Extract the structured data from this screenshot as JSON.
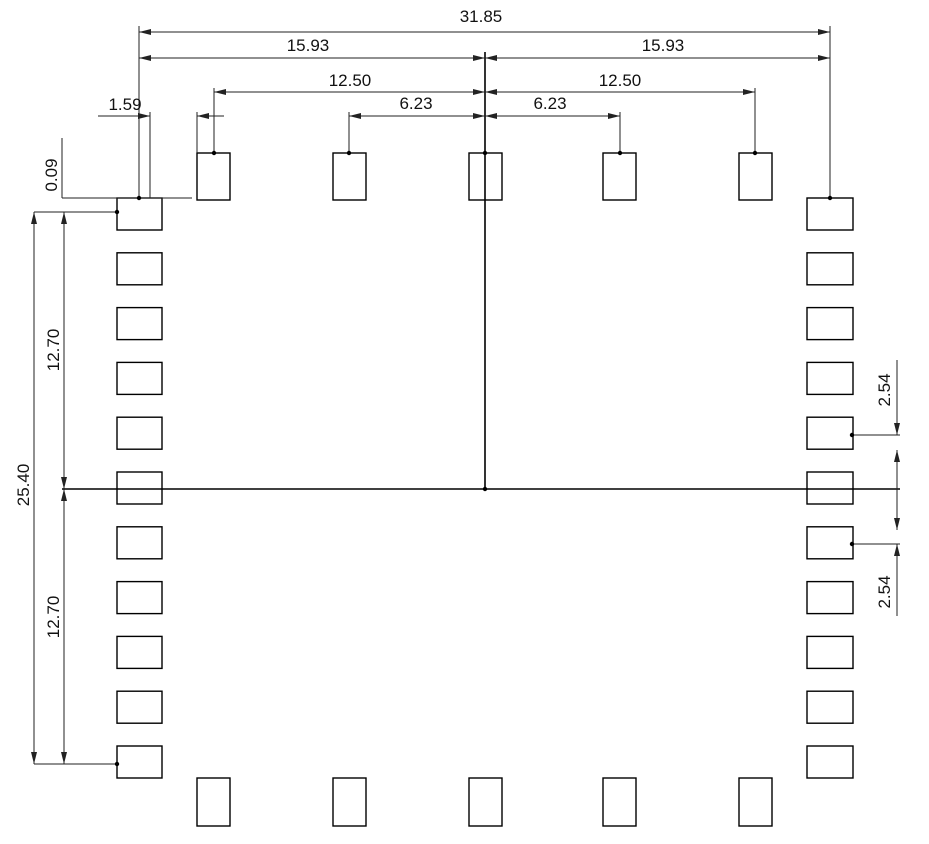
{
  "drawing": {
    "dimensions": {
      "overall_width": "31.85",
      "half_width_left": "15.93",
      "half_width_right": "15.93",
      "pad_offset_left": "12.50",
      "pad_offset_right": "12.50",
      "inner_offset_left": "6.23",
      "inner_offset_right": "6.23",
      "edge_gap": "1.59",
      "vertical_offset": "0.09",
      "overall_height": "25.40",
      "half_height_upper": "12.70",
      "half_height_lower": "12.70",
      "pitch_upper": "2.54",
      "pitch_lower": "2.54"
    },
    "layout": {
      "pads_per_side": 11,
      "pads_top": 5,
      "pads_bottom": 5
    }
  }
}
